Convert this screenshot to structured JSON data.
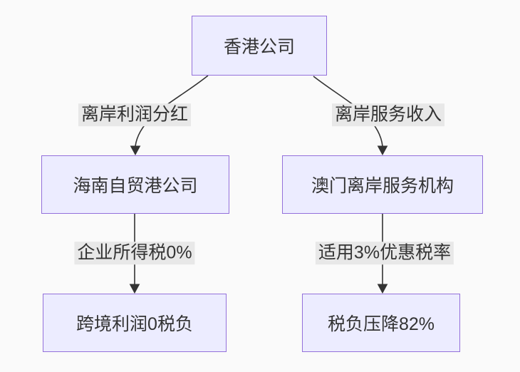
{
  "diagram": {
    "type": "flowchart",
    "direction": "top-down",
    "colors": {
      "background": "#fafafa",
      "node_fill": "#ECECFF",
      "node_border": "#9370DB",
      "edge_stroke": "#333333",
      "edge_label_bg": "#e8e8e8",
      "text": "#333333"
    },
    "nodes": [
      {
        "id": "hk",
        "label": "香港公司"
      },
      {
        "id": "hainan",
        "label": "海南自贸港公司"
      },
      {
        "id": "macau",
        "label": "澳门离岸服务机构"
      },
      {
        "id": "profit",
        "label": "跨境利润0税负"
      },
      {
        "id": "tax",
        "label": "税负压降82%"
      }
    ],
    "edges": [
      {
        "from": "hk",
        "to": "hainan",
        "label": "离岸利润分红"
      },
      {
        "from": "hk",
        "to": "macau",
        "label": "离岸服务收入"
      },
      {
        "from": "hainan",
        "to": "profit",
        "label": "企业所得税0%"
      },
      {
        "from": "macau",
        "to": "tax",
        "label": "适用3%优惠税率"
      }
    ]
  }
}
